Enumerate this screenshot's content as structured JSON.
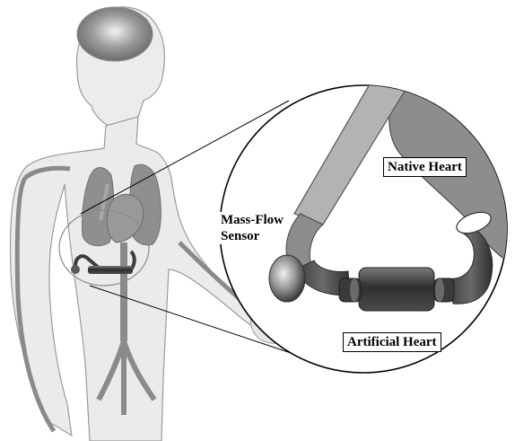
{
  "labels": {
    "native_heart": "Native Heart",
    "mass_flow_sensor_line1": "Mass-Flow",
    "mass_flow_sensor_line2": "Sensor",
    "artificial_heart": "Artificial Heart"
  },
  "colors": {
    "body_fill": "#e9e9e9",
    "body_outline": "#8c8c8c",
    "organ": "#8f8f8f",
    "vessel": "#8a8a8a",
    "pump_dark": "#3a3a3a",
    "tube_light": "#b5b5b5",
    "background": "#ffffff"
  }
}
